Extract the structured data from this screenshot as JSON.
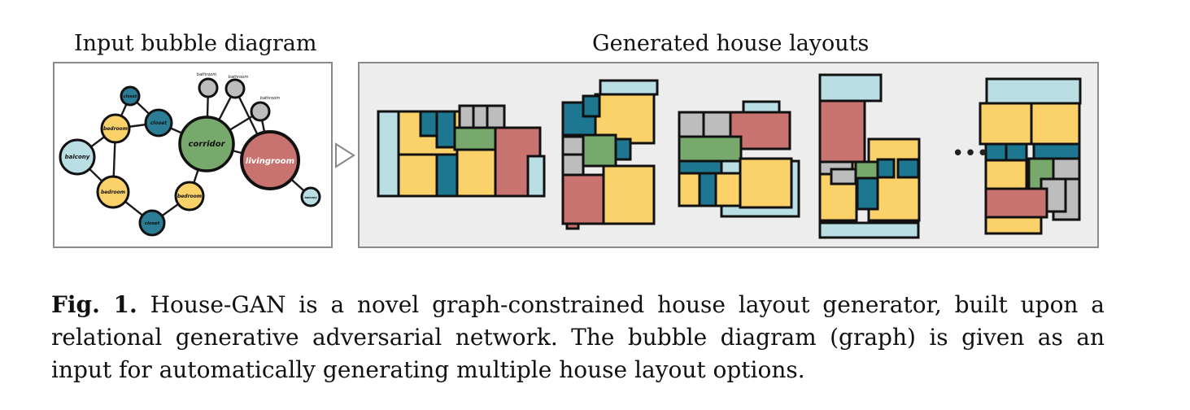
{
  "figure": {
    "left_title": "Input bubble diagram",
    "right_title": "Generated house layouts",
    "ellipsis": "•••",
    "room_colors": {
      "balcony": "#b9dfe5",
      "bedroom": "#fbd26a",
      "corridor": "#76a96b",
      "livingroom": "#c97370",
      "closet": "#1d7791",
      "bathroom": "#bdbdbd"
    },
    "bubbles": [
      {
        "id": "closet-top",
        "label": "closet",
        "type": "closet"
      },
      {
        "id": "bedroom-top",
        "label": "bedroom",
        "type": "bedroom"
      },
      {
        "id": "closet-mid",
        "label": "closet",
        "type": "closet"
      },
      {
        "id": "balcony",
        "label": "balcony",
        "type": "balcony"
      },
      {
        "id": "corridor",
        "label": "corridor",
        "type": "corridor"
      },
      {
        "id": "livingroom",
        "label": "livingroom",
        "type": "livingroom"
      },
      {
        "id": "bedroom-left",
        "label": "bedroom",
        "type": "bedroom"
      },
      {
        "id": "bedroom-right",
        "label": "bedroom",
        "type": "bedroom"
      },
      {
        "id": "closet-bottom",
        "label": "closet",
        "type": "closet"
      },
      {
        "id": "balcony-small",
        "label": "balcony",
        "type": "balcony"
      },
      {
        "id": "bathroom-1",
        "label": "bathroom",
        "type": "bathroom"
      },
      {
        "id": "bathroom-2",
        "label": "bathroom",
        "type": "bathroom"
      },
      {
        "id": "bathroom-3",
        "label": "bathroom",
        "type": "bathroom"
      }
    ]
  },
  "caption": {
    "lead": "Fig. 1.",
    "text": "House-GAN is a novel graph-constrained house layout generator, built upon a relational generative adversarial network. The bubble diagram (graph) is given as an input for automatically generating multiple house layout options."
  }
}
